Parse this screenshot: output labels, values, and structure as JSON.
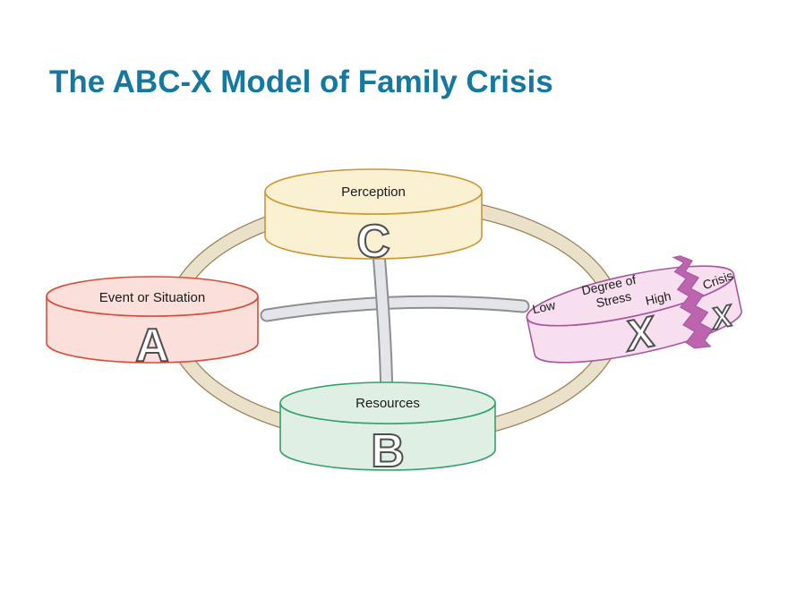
{
  "title": {
    "text": "The ABC-X Model of Family Crisis",
    "color": "#1478A0"
  },
  "diagram": {
    "background": "#FFFFFF",
    "label_color": "#1A1A1A",
    "ring": {
      "fill": "#EAE1CB",
      "border": "#9F8257"
    },
    "connector": {
      "fill": "#E4E5E8",
      "border": "#8D8E93"
    },
    "letter_style": {
      "fill": "#FFFFFF",
      "outline": "#4F4F4F"
    },
    "nodes": {
      "perception": {
        "label": "Perception",
        "letter": "C",
        "fill": "#FAF0D2",
        "border": "#CB9634"
      },
      "event": {
        "label": "Event or Situation",
        "letter": "A",
        "fill": "#FBDFDA",
        "border": "#DC4B38"
      },
      "resources": {
        "label": "Resources",
        "letter": "B",
        "fill": "#E0EFE3",
        "border": "#35A06A"
      },
      "stress": {
        "low_label": "Low",
        "label_line1": "Degree of",
        "label_line2": "Stress",
        "high_label": "High",
        "letter": "X",
        "fill": "#F7DFF0",
        "border": "#A9569E"
      },
      "crisis": {
        "label": "Crisis",
        "letter": "X",
        "tear_fill": "#BC64AE"
      }
    }
  }
}
